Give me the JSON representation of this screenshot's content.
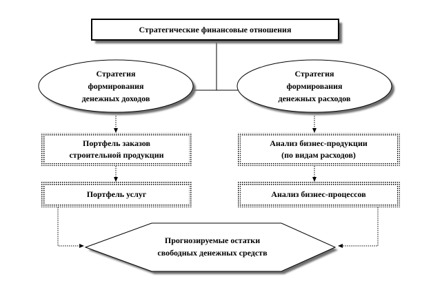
{
  "title": "Стратегические финансовые отношения",
  "strategy_income": [
    "Стратегия",
    "формирования",
    "денежных доходов"
  ],
  "strategy_expense": [
    "Стратегия",
    "формирования",
    "денежных расходов"
  ],
  "portfolio_orders": [
    "Портфель заказов",
    "строительной продукции"
  ],
  "portfolio_services": "Портфель услуг",
  "analysis_products": [
    "Анализ бизнес-продукции",
    "(по видам расходов)"
  ],
  "analysis_processes": "Анализ бизнес-процессов",
  "forecast": [
    "Прогнозируемые остатки",
    "свободных денежных средств"
  ]
}
